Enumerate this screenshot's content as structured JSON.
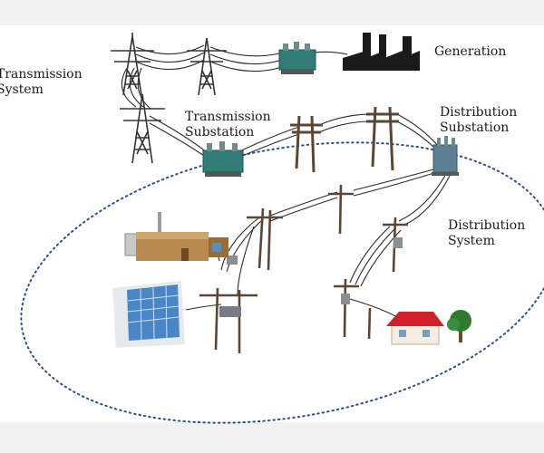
{
  "labels": {
    "generation": "Generation",
    "transmission_system": [
      "Transmission",
      "System"
    ],
    "transmission_substation": [
      "Transmission",
      "Substation"
    ],
    "distribution_substation": [
      "Distribution",
      "Substation"
    ],
    "distribution_system": [
      "Distribution",
      "System"
    ]
  },
  "colors": {
    "background": "#f2f2f3",
    "panel": "#ffffff",
    "ellipse": "#2e4d8a",
    "wire": "#2a2a2a",
    "tower": "#333333",
    "pole": "#5a4636",
    "transformer": "#2f7d76",
    "factory_dark": "#1a1a1a",
    "plant": "#b7894f",
    "office_blue": "#4a86c5",
    "house_roof": "#d0202a",
    "tree": "#2c7a2c"
  },
  "icons": [
    "transmission-tower-icon",
    "transformer-icon",
    "power-plant-icon",
    "utility-pole-icon",
    "industrial-plant-icon",
    "office-building-icon",
    "house-icon",
    "tree-icon"
  ]
}
